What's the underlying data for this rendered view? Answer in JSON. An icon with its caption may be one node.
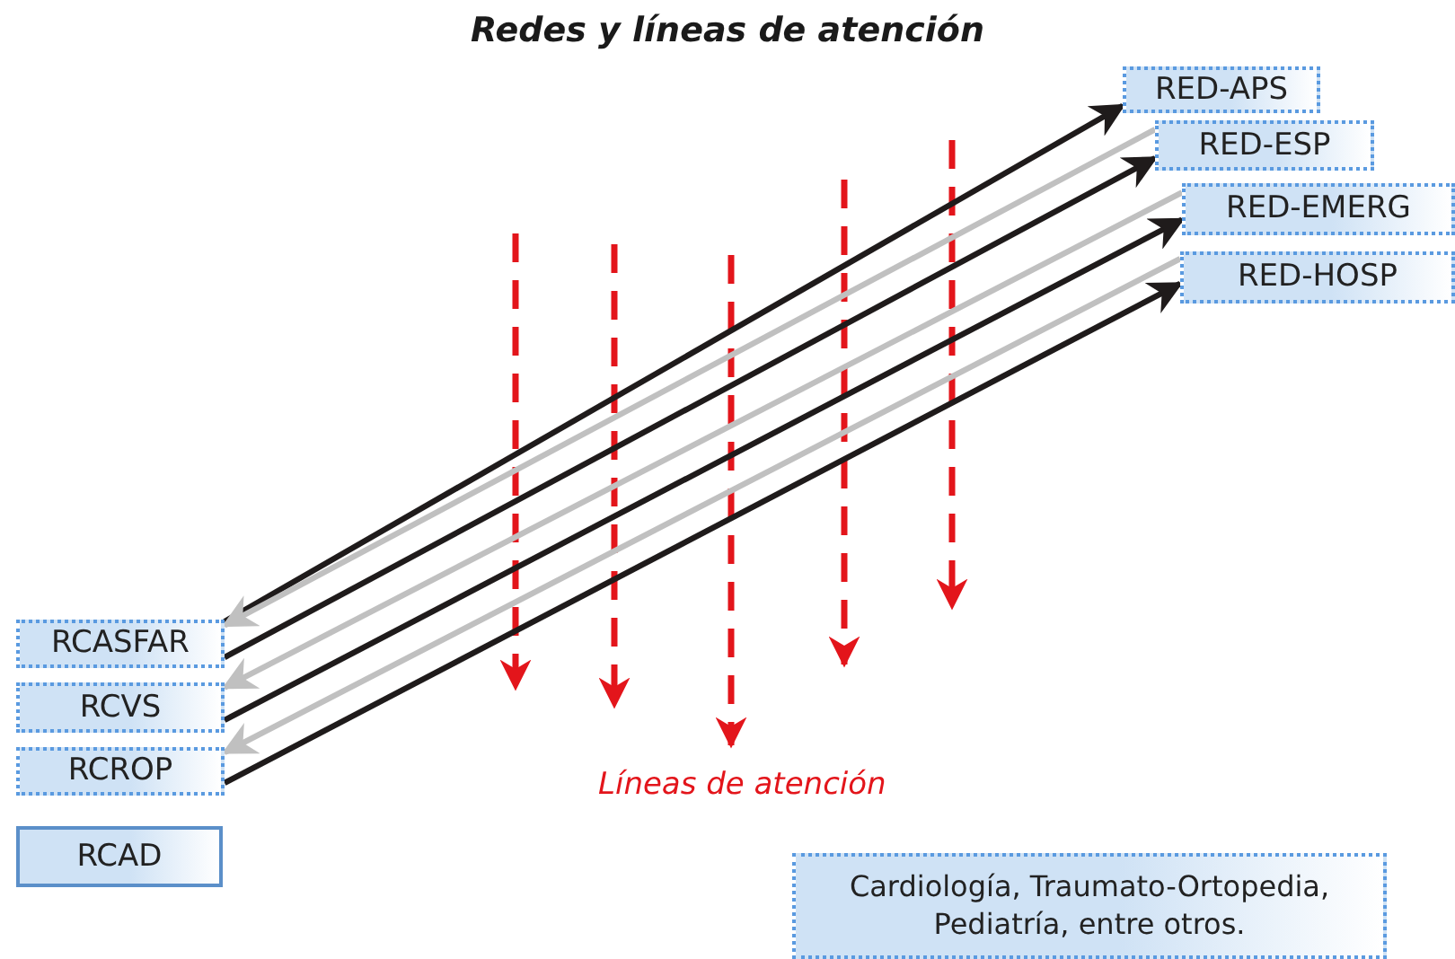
{
  "diagram": {
    "title": "Redes y líneas de atención",
    "nodes": [
      {
        "text": [
          "RED-APS"
        ]
      },
      {
        "text": [
          "RED-ESP"
        ]
      },
      {
        "text": [
          "RED-EMERG"
        ]
      },
      {
        "text": [
          "RED-HOSP"
        ]
      },
      {
        "text": [
          "RCASFAR"
        ]
      },
      {
        "text": [
          "RCVS"
        ]
      },
      {
        "text": [
          "RCROP"
        ]
      },
      {
        "text": [
          "RCAD"
        ]
      },
      {
        "text": [
          "Cardiología, Traumato-Ortopedia, Pediatría, entre otros."
        ]
      }
    ],
    "edges": [
      {
        "from": 4,
        "to": 0,
        "arrow": "to"
      },
      {
        "from": 4,
        "to": 1,
        "arrow": "to"
      },
      {
        "from": 5,
        "to": 2,
        "arrow": "to"
      },
      {
        "from": 6,
        "to": 3,
        "arrow": "to"
      },
      {
        "from": 1,
        "to": 4,
        "arrow": "to",
        "color": "#c0c0c0"
      },
      {
        "from": 2,
        "to": 5,
        "arrow": "to",
        "color": "#c0c0c0"
      },
      {
        "from": 3,
        "to": 6,
        "arrow": "to",
        "color": "#c0c0c0"
      }
    ],
    "labels": [
      "Líneas de atención"
    ]
  }
}
